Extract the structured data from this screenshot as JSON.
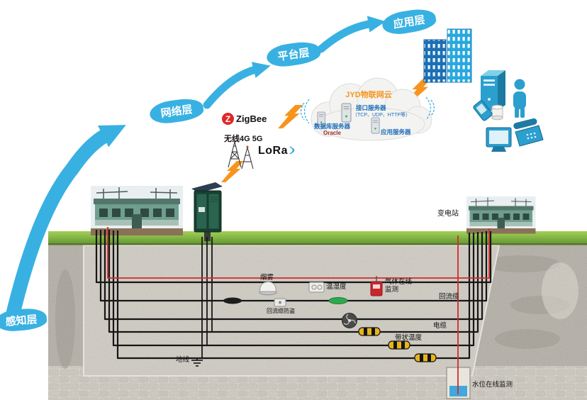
{
  "layers": {
    "perception": "感知层",
    "network": "网络层",
    "platform": "平台层",
    "application": "应用层"
  },
  "wireless": {
    "zigbee": "ZigBee",
    "zigbee_initial": "Z",
    "cellular": "无线4G 5G",
    "lora": "LoRa"
  },
  "cloud": {
    "title": "JYD物联网云",
    "interface_server": "接口服务器",
    "protocols": "（TCP、UDP、HTTP等）",
    "database_server": "数据库服务器",
    "database_name": "Oracle",
    "app_server": "应用服务器"
  },
  "scene": {
    "substation": "变电站"
  },
  "underground": {
    "smoke": "烟雾",
    "temp_humidity": "温湿度",
    "gas_monitor": "气体在线监测",
    "return_cable_antitheft": "回流缆防盗",
    "return_cable": "回流缆",
    "power_cable": "电缆",
    "ribbon_temperature": "带状温度",
    "ground_wire": "地线",
    "water_level_monitor": "水位在线监测"
  },
  "icons": {
    "zigbee_icon": "red circle with white Z",
    "lightning_icon": "orange zigzag bolt",
    "antenna_towers_icon": "lattice radio masts",
    "lora_signal_icon": "blue signal arcs",
    "server_icon": "gray server tower",
    "earth_ground_symbol_icon": "earth ground bars"
  },
  "colors": {
    "layer_blue": "#38b1e2",
    "lightning_orange": "#f7941e",
    "cloud_title_orange": "#f7941e",
    "server_text_blue": "#1f6fb8",
    "cable_black": "#161616",
    "return_cable_red": "#d22b2b",
    "grass_green": "#6fa33c",
    "water_blue": "#41a8dd"
  }
}
